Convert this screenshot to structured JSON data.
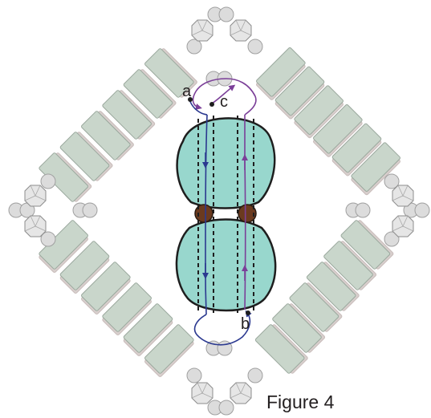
{
  "caption": "Figure 4",
  "points": {
    "a": "a",
    "b": "b",
    "c": "c"
  },
  "colors": {
    "bead_face": "#c9d6cb",
    "bead_edge": "#9aa89d",
    "bead_shadow": "#d8cfcd",
    "crystal": "#e6e6e6",
    "crystal_edge": "#8c8c8c",
    "round_bead": "#dcdcdc",
    "center_fill": "#98d7cd",
    "center_edge": "#1e1e1e",
    "brown_bead": "#6b3a1f",
    "thread_blue": "#2b3990",
    "thread_purple": "#7b3f98"
  }
}
